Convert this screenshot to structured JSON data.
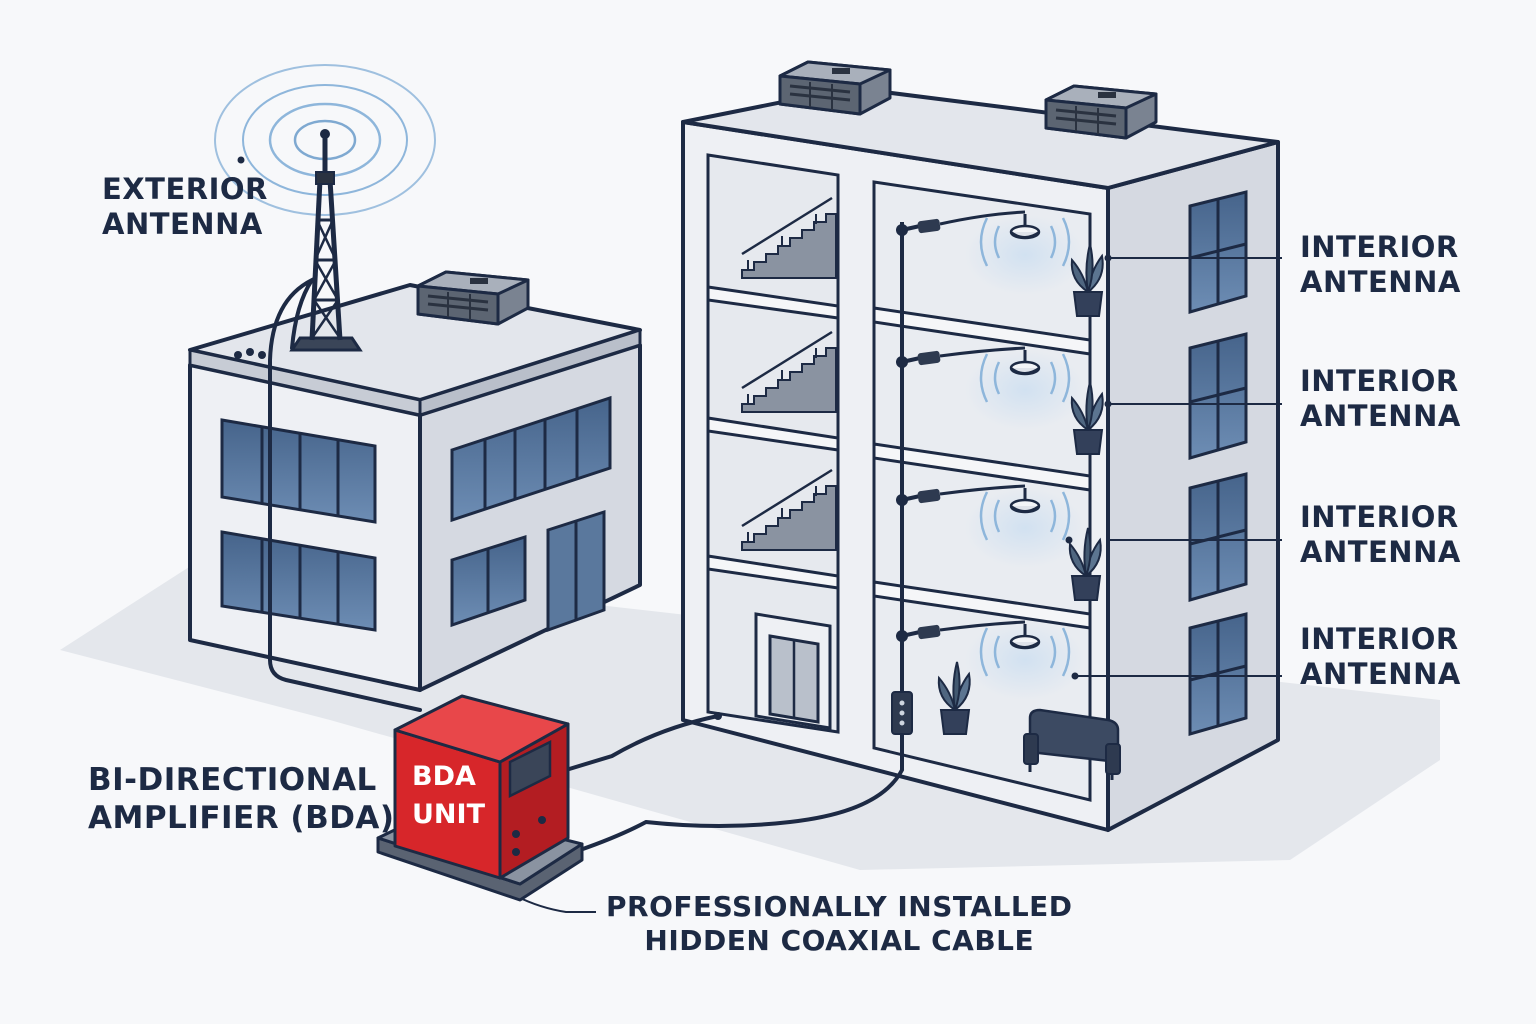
{
  "labels": {
    "exterior_antenna": [
      "EXTERIOR",
      "ANTENNA"
    ],
    "interior_antennas": [
      [
        "INTERIOR",
        "ANTENNA"
      ],
      [
        "INTERIOR",
        "ANTENNA"
      ],
      [
        "INTERIOR",
        "ANTENNA"
      ],
      [
        "INTERIOR",
        "ANTENNA"
      ]
    ],
    "bda": [
      "BI-DIRECTIONAL",
      "AMPLIFIER (BDA)"
    ],
    "bda_unit": [
      "BDA",
      "UNIT"
    ],
    "cable": [
      "PROFESSIONALLY INSTALLED",
      "HIDDEN COAXIAL CABLE"
    ]
  },
  "colors": {
    "outline": "#1d2a44",
    "wall": "#eef0f4",
    "wall_side": "#d5d9e1",
    "roof": "#e3e6ec",
    "window": "#4f6f96",
    "bda_red": "#d7262a",
    "signal": "#8eb6db",
    "shadow": "#e4e7ec"
  },
  "icons": [
    "tower-icon",
    "signal-wave-icon",
    "hvac-unit-icon",
    "ceiling-antenna-icon",
    "plant-icon",
    "stairs-icon",
    "elevator-icon",
    "sofa-icon",
    "junction-box-icon"
  ]
}
